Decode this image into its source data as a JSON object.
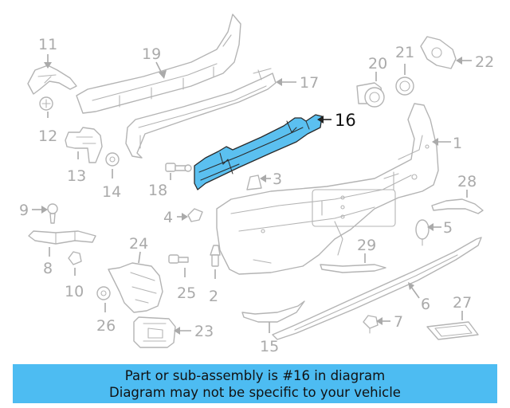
{
  "diagram": {
    "highlighted_part": "16",
    "colors": {
      "highlight": "#5bc0f0",
      "banner": "#4dbcf2",
      "parts": "#b4b4b4"
    },
    "callouts": [
      "1",
      "2",
      "3",
      "4",
      "5",
      "6",
      "7",
      "8",
      "9",
      "10",
      "11",
      "12",
      "13",
      "14",
      "15",
      "16",
      "17",
      "18",
      "19",
      "20",
      "21",
      "22",
      "23",
      "24",
      "25",
      "26",
      "27",
      "28",
      "29"
    ]
  },
  "banner": {
    "line1": "Part or sub-assembly is #16 in diagram",
    "line2": "Diagram may not be specific to your vehicle"
  }
}
